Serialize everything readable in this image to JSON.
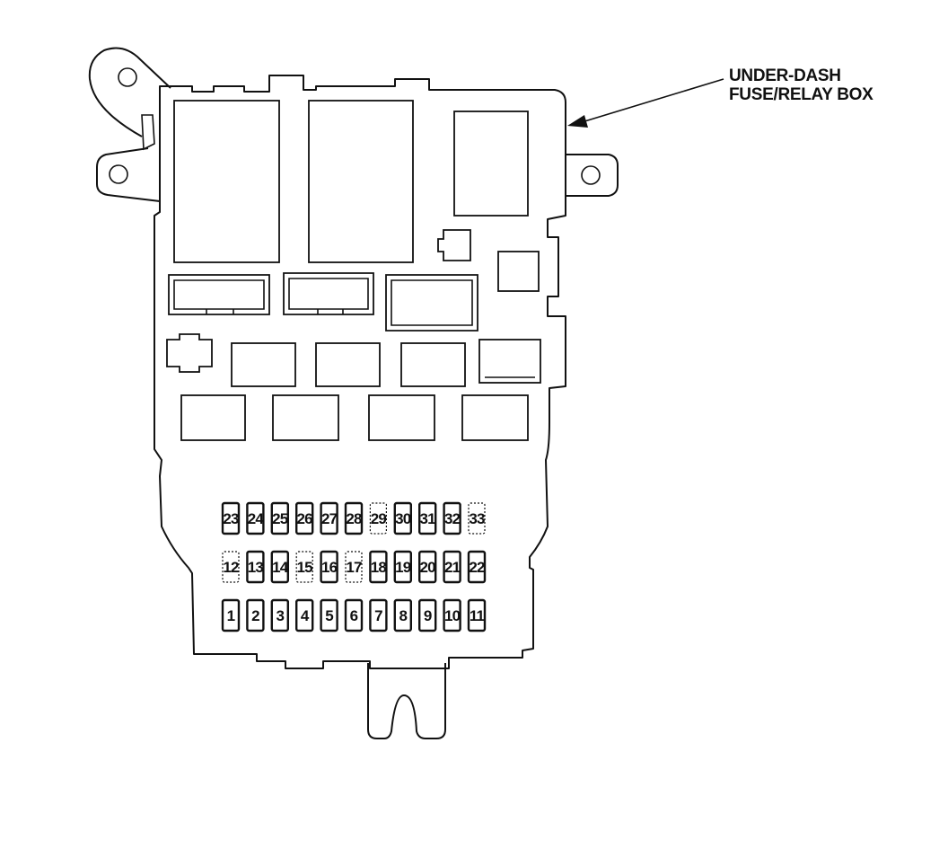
{
  "diagram": {
    "callout": {
      "line1": "UNDER-DASH",
      "line2": "FUSE/RELAY BOX"
    },
    "fuse_rows": [
      {
        "row": "top",
        "fuses": [
          {
            "label": "23",
            "installed": true
          },
          {
            "label": "24",
            "installed": true
          },
          {
            "label": "25",
            "installed": true
          },
          {
            "label": "26",
            "installed": true
          },
          {
            "label": "27",
            "installed": true
          },
          {
            "label": "28",
            "installed": true
          },
          {
            "label": "29",
            "installed": false
          },
          {
            "label": "30",
            "installed": true
          },
          {
            "label": "31",
            "installed": true
          },
          {
            "label": "32",
            "installed": true
          },
          {
            "label": "33",
            "installed": false
          }
        ]
      },
      {
        "row": "middle",
        "fuses": [
          {
            "label": "12",
            "installed": false
          },
          {
            "label": "13",
            "installed": true
          },
          {
            "label": "14",
            "installed": true
          },
          {
            "label": "15",
            "installed": false
          },
          {
            "label": "16",
            "installed": true
          },
          {
            "label": "17",
            "installed": false
          },
          {
            "label": "18",
            "installed": true
          },
          {
            "label": "19",
            "installed": true
          },
          {
            "label": "20",
            "installed": true
          },
          {
            "label": "21",
            "installed": true
          },
          {
            "label": "22",
            "installed": true
          }
        ]
      },
      {
        "row": "bottom",
        "fuses": [
          {
            "label": "1",
            "installed": true
          },
          {
            "label": "2",
            "installed": true
          },
          {
            "label": "3",
            "installed": true
          },
          {
            "label": "4",
            "installed": true
          },
          {
            "label": "5",
            "installed": true
          },
          {
            "label": "6",
            "installed": true
          },
          {
            "label": "7",
            "installed": true
          },
          {
            "label": "8",
            "installed": true
          },
          {
            "label": "9",
            "installed": true
          },
          {
            "label": "10",
            "installed": true
          },
          {
            "label": "11",
            "installed": true
          }
        ]
      }
    ]
  }
}
